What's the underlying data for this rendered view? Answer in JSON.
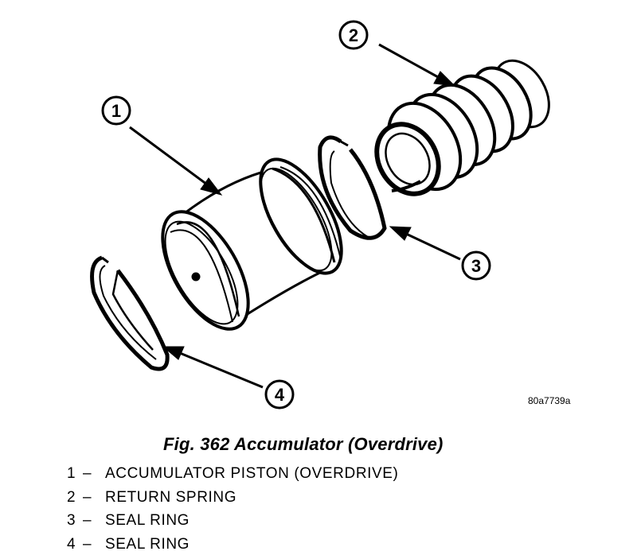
{
  "figure": {
    "drawing_code": "80a7739a",
    "callouts": [
      "1",
      "2",
      "3",
      "4"
    ]
  },
  "caption": {
    "title": "Fig. 362 Accumulator (Overdrive)"
  },
  "legend": [
    {
      "number": "1",
      "dash": "–",
      "label": "ACCUMULATOR PISTON (OVERDRIVE)"
    },
    {
      "number": "2",
      "dash": "–",
      "label": "RETURN SPRING"
    },
    {
      "number": "3",
      "dash": "–",
      "label": "SEAL RING"
    },
    {
      "number": "4",
      "dash": "–",
      "label": "SEAL RING"
    }
  ]
}
